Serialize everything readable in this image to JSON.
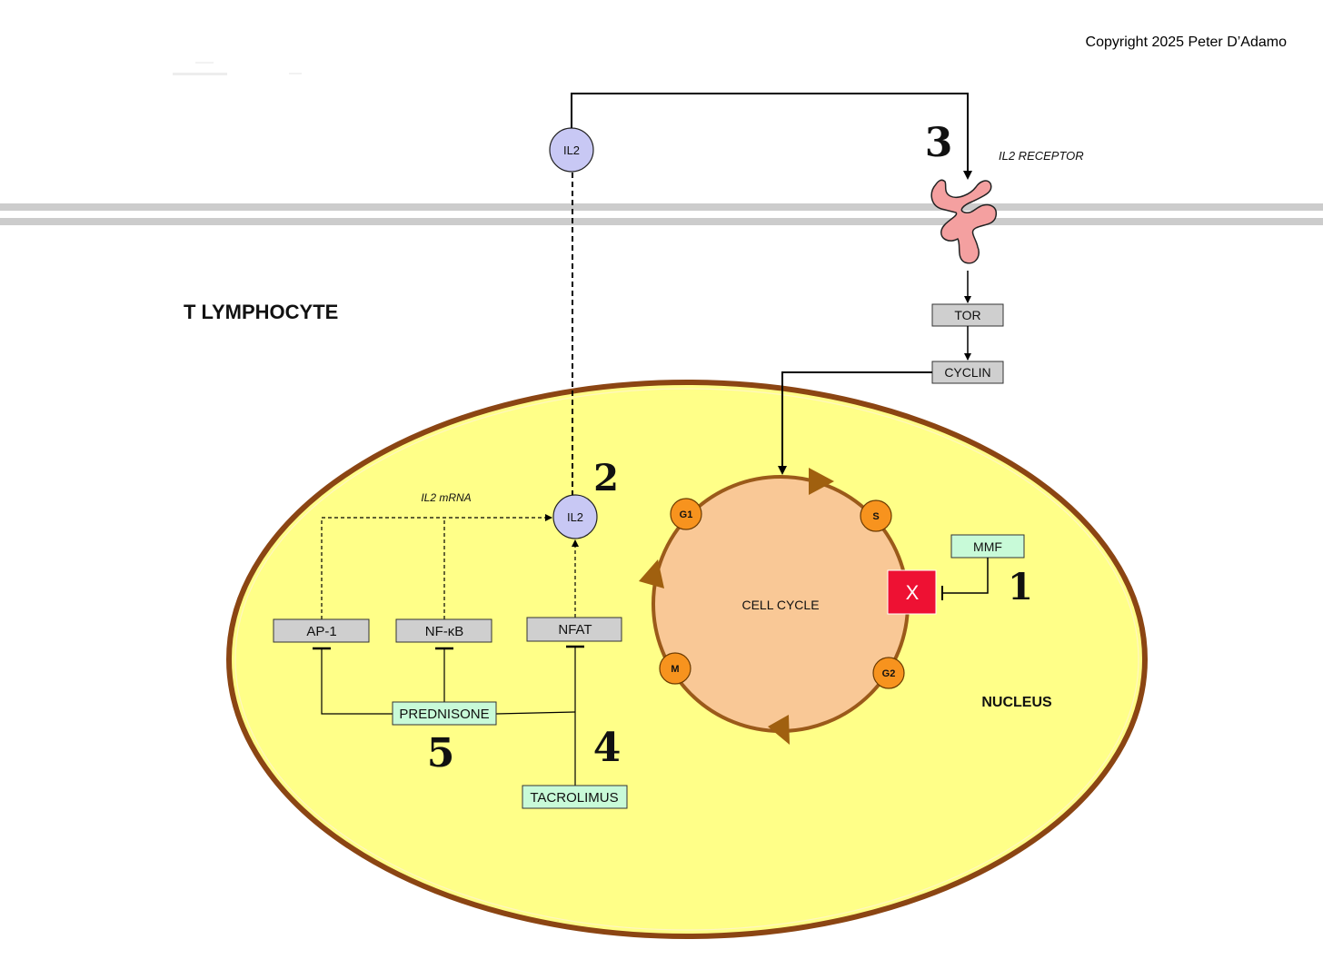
{
  "copyright": "Copyright 2025 Peter D’Adamo",
  "cell_label": "T LYMPHOCYTE",
  "nucleus_label": "NUCLEUS",
  "receptor_label": "IL2 RECEPTOR",
  "mrna_label": "IL2 mRNA",
  "cycle_label": "CELL CYCLE",
  "il2_outside": "IL2",
  "il2_inside": "IL2",
  "tor": "TOR",
  "cyclin": "CYCLIN",
  "transcription_factors": {
    "ap1": "AP-1",
    "nfkb": "NF-κB",
    "nfat": "NFAT"
  },
  "drugs": {
    "mmf": "MMF",
    "prednisone": "PREDNISONE",
    "tacrolimus": "TACROLIMUS"
  },
  "block_mark": "X",
  "phases": {
    "g1": "G1",
    "s": "S",
    "g2": "G2",
    "m": "M"
  },
  "steps": {
    "one": "1",
    "two": "2",
    "three": "3",
    "four": "4",
    "five": "5"
  },
  "colors": {
    "cytoplasm_yellow": "#ffff88",
    "nucleus_border": "#8b4513",
    "cycle_fill": "#f9c896",
    "cycle_border": "#9b5a1a",
    "phase_orange": "#f7931e",
    "il2_lavender": "#c8c8f4",
    "drug_green": "#c8fad8",
    "protein_gray": "#cfcfcf",
    "block_red": "#ee1133",
    "receptor_pink": "#f4a0a0",
    "membrane_gray": "#cccccc"
  }
}
